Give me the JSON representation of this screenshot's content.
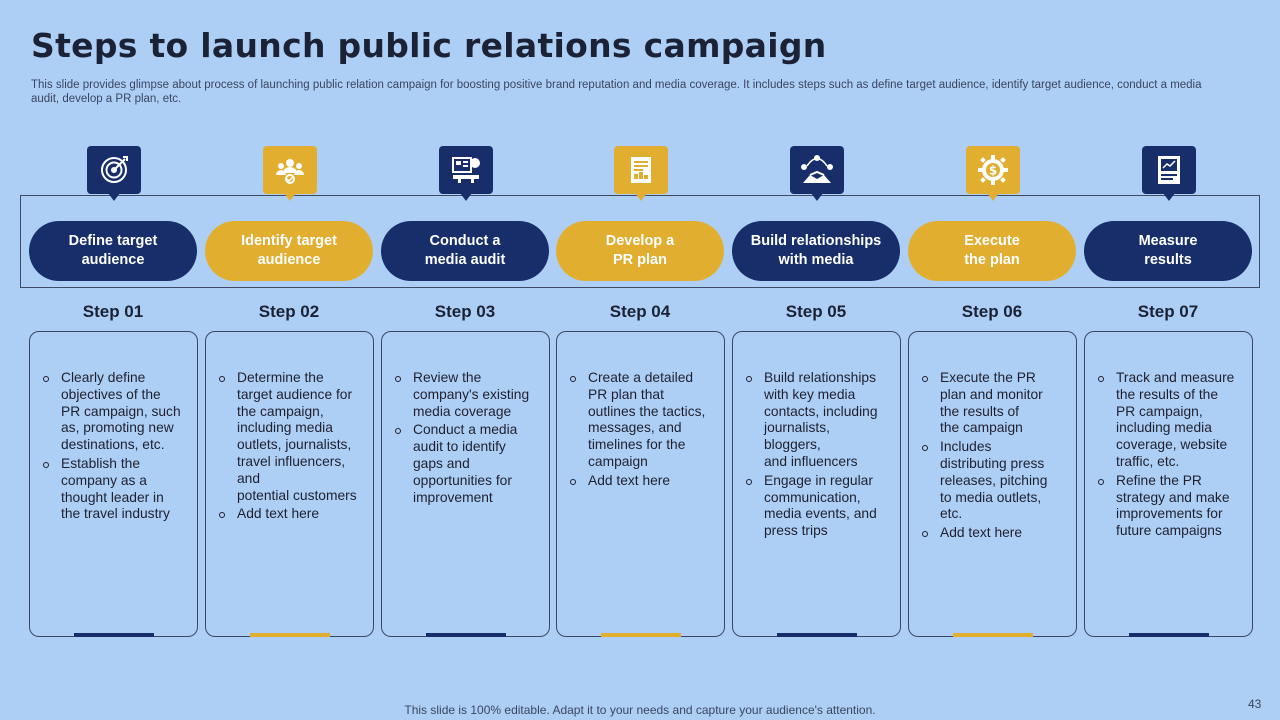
{
  "slide": {
    "title": "Steps to launch public relations campaign",
    "subtitle": "This slide provides glimpse about process of launching public relation campaign for boosting positive brand reputation and media coverage. It includes steps such as define target audience, identify target audience, conduct a media audit, develop a PR plan, etc.",
    "footer": "This slide is 100% editable. Adapt it to your needs and capture your audience's attention.",
    "page_number": "43"
  },
  "colors": {
    "navy": "#172e6b",
    "gold": "#e1ae2f",
    "background": "#aecff5"
  },
  "steps": [
    {
      "icon": "target-icon",
      "theme": "navy",
      "title": "Define target\naudience",
      "step": "Step 01",
      "bullets": [
        "Clearly define\nobjectives of the\nPR campaign, such\nas, promoting new\ndestinations, etc.",
        "Establish the\ncompany as a\nthought leader in\nthe travel industry"
      ]
    },
    {
      "icon": "audience-group-icon",
      "theme": "gold",
      "title": "Identify target\naudience",
      "step": "Step 02",
      "bullets": [
        "Determine the\ntarget audience for\nthe campaign,\nincluding media\noutlets, journalists,\ntravel influencers,\nand\npotential customers",
        "Add text here"
      ]
    },
    {
      "icon": "media-audit-icon",
      "theme": "navy",
      "title": "Conduct a\nmedia audit",
      "step": "Step 03",
      "bullets": [
        "Review the\ncompany's existing\nmedia coverage",
        "Conduct a media\naudit to identify\ngaps and\nopportunities for\nimprovement"
      ]
    },
    {
      "icon": "document-plan-icon",
      "theme": "gold",
      "title": "Develop a\nPR plan",
      "step": "Step 04",
      "bullets": [
        "Create a detailed\nPR plan that\noutlines the tactics,\nmessages, and\ntimelines for the\ncampaign",
        "Add text here"
      ]
    },
    {
      "icon": "handshake-network-icon",
      "theme": "navy",
      "title": "Build relationships\nwith media",
      "step": "Step 05",
      "bullets": [
        "Build relationships\nwith key media\ncontacts, including\njournalists,\nbloggers,\nand influencers",
        "Engage in regular\ncommunication,\nmedia events, and\npress trips"
      ]
    },
    {
      "icon": "dollar-gear-icon",
      "theme": "gold",
      "title": "Execute\nthe plan",
      "step": "Step 06",
      "bullets": [
        "Execute the PR\nplan and monitor\nthe results of\nthe campaign",
        "Includes\ndistributing press\nreleases, pitching\nto media outlets,\netc.",
        "Add text here"
      ]
    },
    {
      "icon": "report-chart-icon",
      "theme": "navy",
      "title": "Measure\nresults",
      "step": "Step 07",
      "bullets": [
        "Track and measure\nthe results of the\nPR campaign,\nincluding media\ncoverage, website\ntraffic, etc.",
        "Refine the PR\nstrategy and make\nimprovements for\nfuture campaigns"
      ]
    }
  ]
}
